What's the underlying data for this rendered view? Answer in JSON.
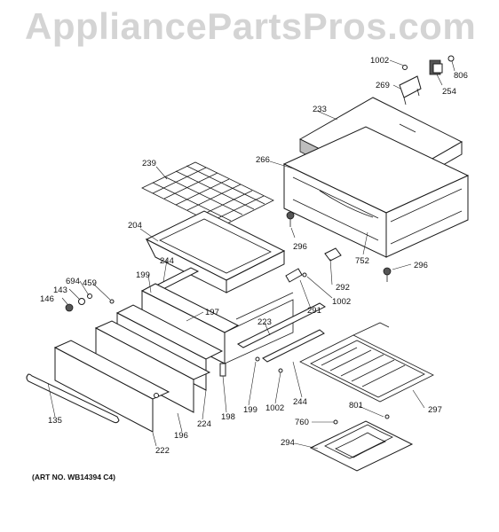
{
  "watermark": "AppliancePartsPros.com",
  "art_number": "(ART NO. WB14394 C4)",
  "callouts": [
    {
      "id": "c1002a",
      "text": "1002"
    },
    {
      "id": "c806",
      "text": "806"
    },
    {
      "id": "c269",
      "text": "269"
    },
    {
      "id": "c254",
      "text": "254"
    },
    {
      "id": "c233",
      "text": "233"
    },
    {
      "id": "c239",
      "text": "239"
    },
    {
      "id": "c266",
      "text": "266"
    },
    {
      "id": "c204",
      "text": "204"
    },
    {
      "id": "c296a",
      "text": "296"
    },
    {
      "id": "c752",
      "text": "752"
    },
    {
      "id": "c296b",
      "text": "296"
    },
    {
      "id": "c244a",
      "text": "244"
    },
    {
      "id": "c199a",
      "text": "199"
    },
    {
      "id": "c694",
      "text": "694"
    },
    {
      "id": "c143",
      "text": "143"
    },
    {
      "id": "c459",
      "text": "459"
    },
    {
      "id": "c146",
      "text": "146"
    },
    {
      "id": "c292",
      "text": "292"
    },
    {
      "id": "c291",
      "text": "291"
    },
    {
      "id": "c1002b",
      "text": "1002"
    },
    {
      "id": "c197",
      "text": "197"
    },
    {
      "id": "c223",
      "text": "223"
    },
    {
      "id": "c244b",
      "text": "244"
    },
    {
      "id": "c297",
      "text": "297"
    },
    {
      "id": "c199b",
      "text": "199"
    },
    {
      "id": "c1002c",
      "text": "1002"
    },
    {
      "id": "c801",
      "text": "801"
    },
    {
      "id": "c760",
      "text": "760"
    },
    {
      "id": "c198",
      "text": "198"
    },
    {
      "id": "c224",
      "text": "224"
    },
    {
      "id": "c135",
      "text": "135"
    },
    {
      "id": "c196",
      "text": "196"
    },
    {
      "id": "c222",
      "text": "222"
    },
    {
      "id": "c294",
      "text": "294"
    }
  ]
}
